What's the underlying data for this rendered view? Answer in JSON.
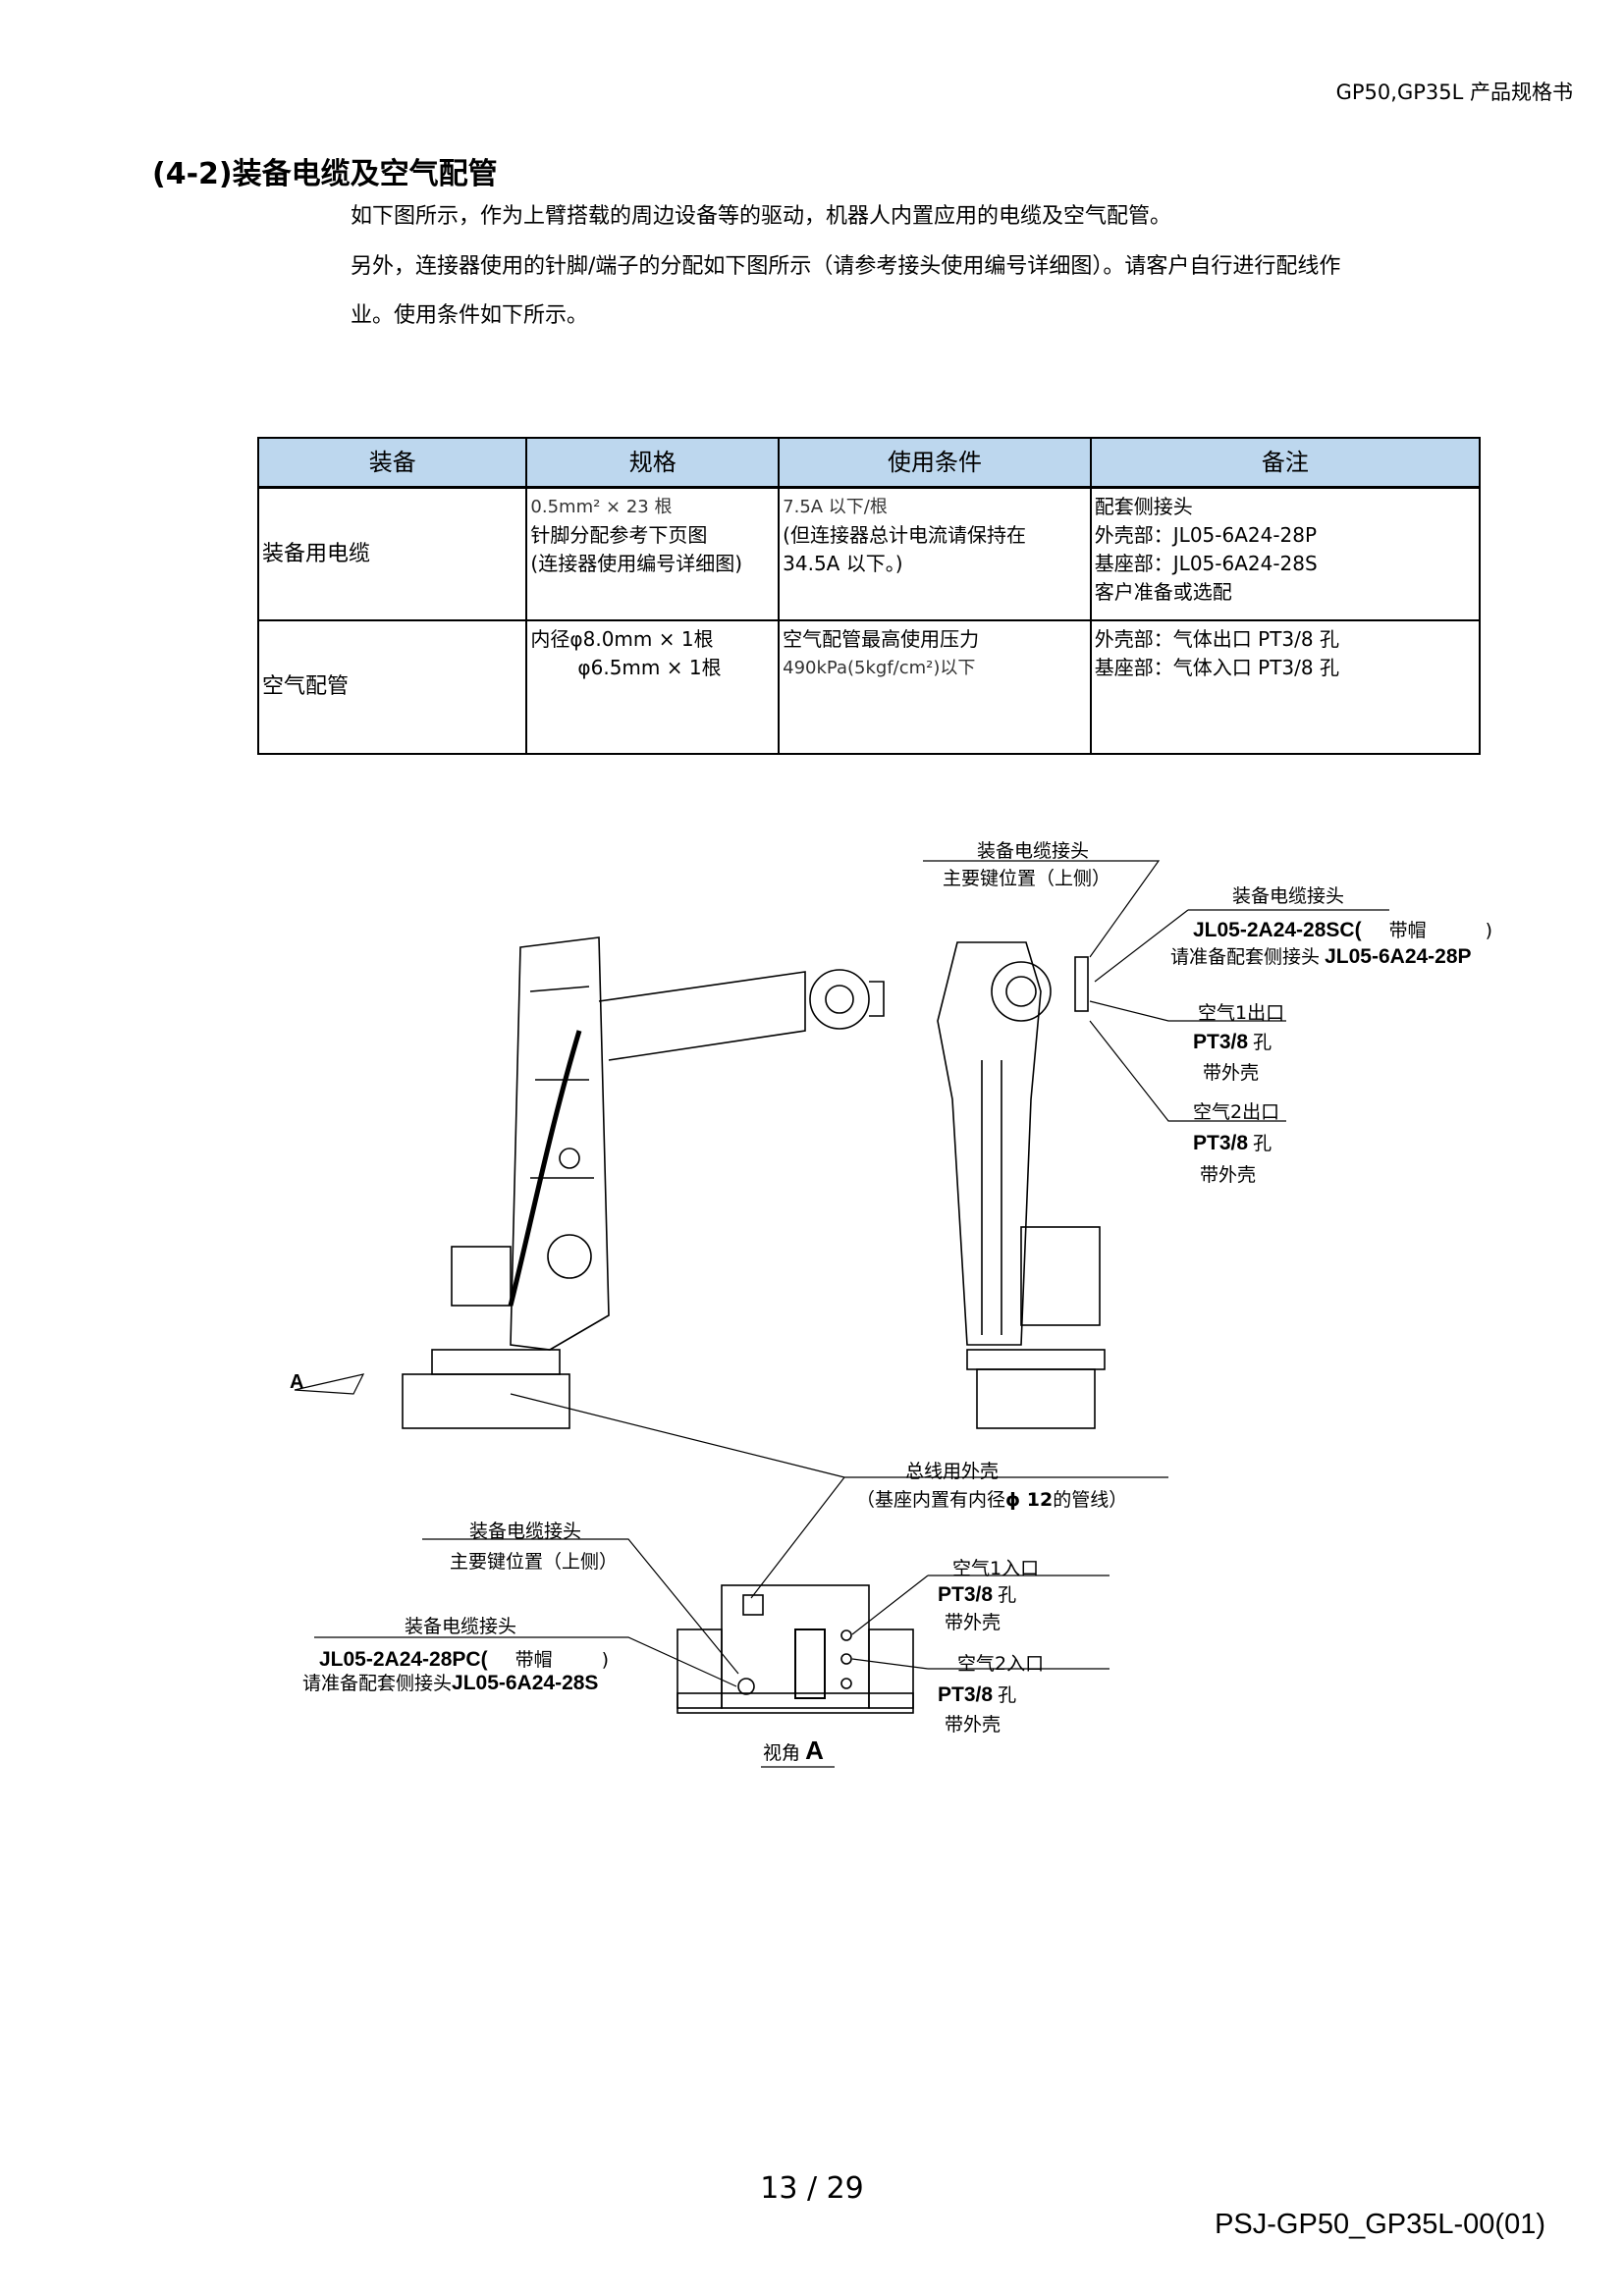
{
  "header": {
    "doc_title": "GP50,GP35L  产品规格书"
  },
  "section": {
    "title": "(4-2)装备电缆及空气配管",
    "paragraphs": [
      "如下图所示，作为上臂搭载的周边设备等的驱动，机器人内置应用的电缆及空气配管。",
      "另外，连接器使用的针脚/端子的分配如下图所示（请参考接头使用编号详细图）。请客户自行进行配线作",
      "业。使用条件如下所示。"
    ]
  },
  "table": {
    "headers": [
      "装备",
      "规格",
      "使用条件",
      "备注"
    ],
    "rows": [
      {
        "equipment": "装备用电缆",
        "spec": [
          "0.5mm² × 23 根",
          "针脚分配参考下页图",
          "(连接器使用编号详细图)"
        ],
        "conditions": [
          "7.5A 以下/根",
          "(但连接器总计电流请保持在",
          "34.5A 以下。)"
        ],
        "notes": [
          "配套侧接头",
          "外壳部：JL05-6A24-28P",
          "基座部：JL05-6A24-28S",
          "客户准备或选配"
        ]
      },
      {
        "equipment": "空气配管",
        "spec": [
          "内径φ8.0mm × 1根",
          "φ6.5mm × 1根"
        ],
        "conditions": [
          "空气配管最高使用压力",
          "490kPa(5kgf/cm²)以下"
        ],
        "notes": [
          "外壳部：气体出口 PT3/8 孔",
          "基座部：气体入口 PT3/8 孔"
        ]
      }
    ]
  },
  "diagram": {
    "upper": {
      "conn_title": "装备电缆接头",
      "conn_key": "主要键位置（上侧）",
      "conn2_title": "装备电缆接头",
      "conn2_part": "JL05-2A24-28SC(",
      "conn2_cap": "带帽",
      "conn2_close": ")",
      "conn2_mate": "请准备配套侧接头",
      "conn2_mate_part": "JL05-6A24-28P",
      "air1_title": "空气1出口",
      "air1_spec": "PT3/8",
      "air1_hole": "孔",
      "air1_note": "带外壳",
      "air2_title": "空气2出口",
      "air2_spec": "PT3/8",
      "air2_hole": "孔",
      "air2_note": "带外壳"
    },
    "view_marker": "A",
    "lower": {
      "bus_title": "总线用外壳",
      "bus_note_a": "（基座内置有内径",
      "bus_note_phi": "ϕ 12",
      "bus_note_b": "的管线）",
      "conn_title": "装备电缆接头",
      "conn_key": "主要键位置（上侧）",
      "conn2_title": "装备电缆接头",
      "conn2_part": "JL05-2A24-28PC(",
      "conn2_cap": "带帽",
      "conn2_close": ")",
      "conn2_mate": "请准备配套侧接头",
      "conn2_mate_part": "JL05-6A24-28S",
      "air1_title": "空气1入口",
      "air1_spec": "PT3/8",
      "air1_hole": "孔",
      "air1_note": "带外壳",
      "air2_title": "空气2入口",
      "air2_spec": "PT3/8",
      "air2_hole": "孔",
      "air2_note": "带外壳",
      "view_label": "视角",
      "view_letter": "A"
    }
  },
  "footer": {
    "page": "13 / 29",
    "doc_code": "PSJ-GP50_GP35L-00(01)"
  }
}
